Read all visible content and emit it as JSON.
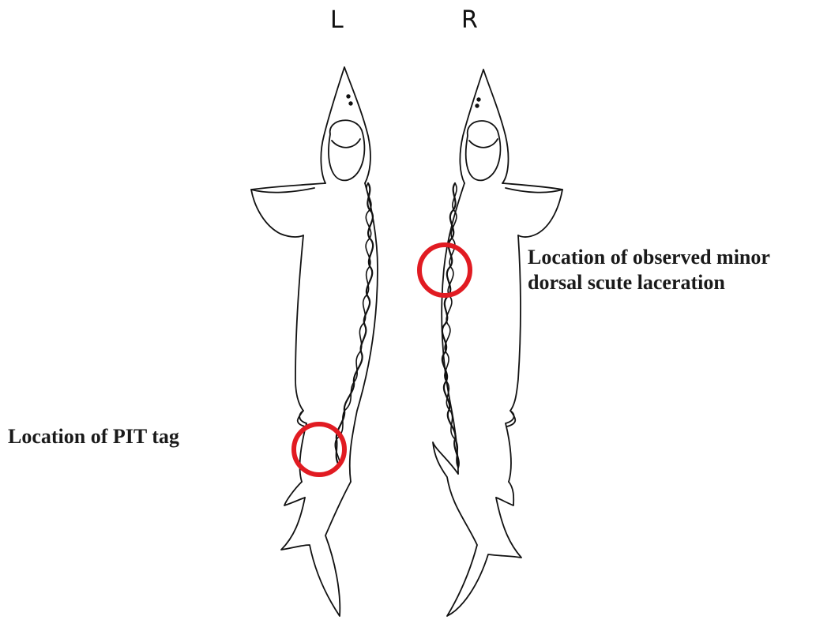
{
  "labels": {
    "left": "L",
    "right": "R"
  },
  "annotations": {
    "laceration_line1": "Location of observed minor",
    "laceration_line2": "dorsal scute laceration",
    "pit_tag": "Location of PIT tag"
  },
  "colors": {
    "outline": "#111111",
    "marker": "#e11b22"
  }
}
